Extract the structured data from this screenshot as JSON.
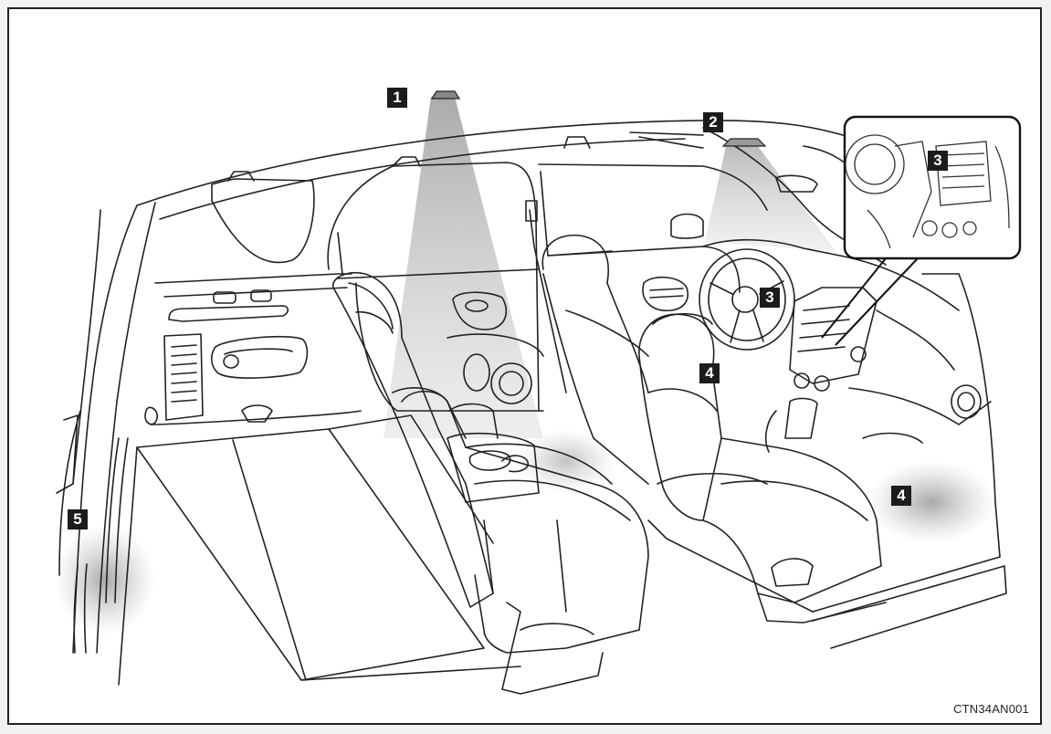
{
  "callouts": [
    {
      "id": "c1",
      "label": "1"
    },
    {
      "id": "c2",
      "label": "2"
    },
    {
      "id": "c3a",
      "label": "3"
    },
    {
      "id": "c3b",
      "label": "3"
    },
    {
      "id": "c4a",
      "label": "4"
    },
    {
      "id": "c4b",
      "label": "4"
    },
    {
      "id": "c5",
      "label": "5"
    }
  ],
  "figure_code": "CTN34AN001",
  "colors": {
    "line": "#222222",
    "beam": "#b8b8b8",
    "callout_bg": "#1c1c1c"
  }
}
